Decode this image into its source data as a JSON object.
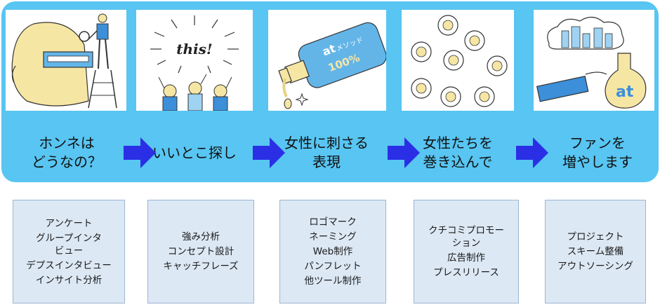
{
  "steps": [
    {
      "id": "honne",
      "label": "ホンネは\nどうなの？",
      "items": [
        "アンケート",
        "グループインタ\nビュー",
        "デプスインタビュー",
        "インサイト分析"
      ]
    },
    {
      "id": "search",
      "label": "いいとこ探し",
      "items": [
        "強み分析",
        "コンセプト設計",
        "キャッチフレーズ"
      ]
    },
    {
      "id": "expression",
      "label": "女性に刺さる\n表現",
      "items": [
        "ロゴマーク",
        "ネーミング",
        "Web制作",
        "パンフレット",
        "他ツール制作"
      ]
    },
    {
      "id": "involve",
      "label": "女性たちを\n巻き込んで",
      "items": [
        "クチコミプロモー\nション",
        "広告制作",
        "プレスリリース"
      ]
    },
    {
      "id": "fans",
      "label": "ファンを\n増やします",
      "items": [
        "プロジェクト",
        "スキーム整備",
        "アウトソーシング"
      ]
    }
  ],
  "illustrations": {
    "this_text": "this!",
    "bottle_brand": "at",
    "bottle_label": "メソッド",
    "bottle_percent": "100%",
    "flask_logo": "at"
  },
  "colors": {
    "band": "#58C5F2",
    "arrow": "#2A2FE6",
    "box_fill": "#DCE8F4",
    "box_border": "#9CB6D2",
    "hair_yellow": "#F6E6A4",
    "accent_blue": "#3C8FD8"
  },
  "icons": [
    "drawer-search-illustration",
    "this-discovery-illustration",
    "bottle-pour-illustration",
    "women-faces-illustration",
    "flask-city-illustration",
    "flow-arrow-icon"
  ]
}
